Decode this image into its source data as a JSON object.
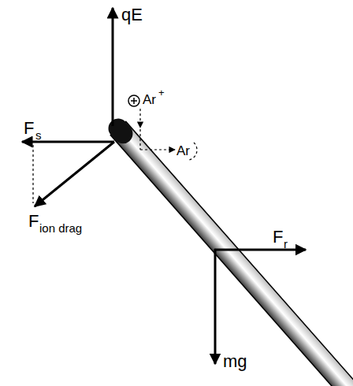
{
  "diagram": {
    "labels": [
      "qE",
      "F",
      "s",
      "F",
      "ion drag",
      "Ar",
      "+",
      "Ar",
      "F",
      "r",
      "mg"
    ]
  }
}
